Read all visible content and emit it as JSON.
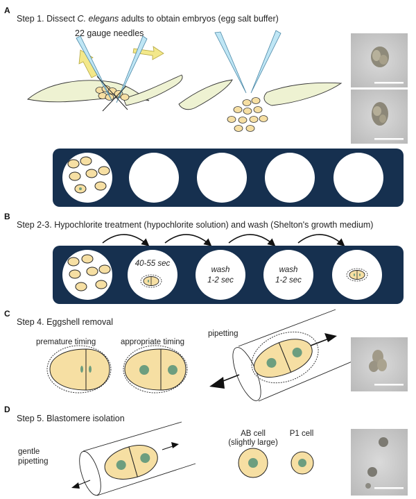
{
  "panels": {
    "a": {
      "letter": "A",
      "step_prefix": "Step 1. Dissect ",
      "step_species": "C. elegans",
      "step_suffix": " adults to obtain embryos (egg salt buffer)",
      "needles_label": "22 gauge needles"
    },
    "b": {
      "letter": "B",
      "step": "Step 2-3. Hypochlorite treatment (hypochlorite solution) and wash (Shelton's growth medium)",
      "well2_time": "40-55 sec",
      "well3_l1": "wash",
      "well3_l2": "1-2 sec",
      "well4_l1": "wash",
      "well4_l2": "1-2 sec"
    },
    "c": {
      "letter": "C",
      "step": "Step 4. Eggshell removal",
      "premature": "premature timing",
      "appropriate": "appropriate timing",
      "pipetting": "pipetting"
    },
    "d": {
      "letter": "D",
      "step": "Step 5. Blastomere isolation",
      "gentle_l1": "gentle",
      "gentle_l2": "pipetting",
      "ab_l1": "AB cell",
      "ab_l2": "(slightly large)",
      "p1": "P1 cell"
    }
  },
  "colors": {
    "cell_fill": "#f6dfa3",
    "nucleus": "#6d9e7f",
    "plate": "#16304f",
    "needle": "#bfe6f5",
    "needle_arrow": "#f3e88a",
    "worm": "#eef2d2"
  }
}
